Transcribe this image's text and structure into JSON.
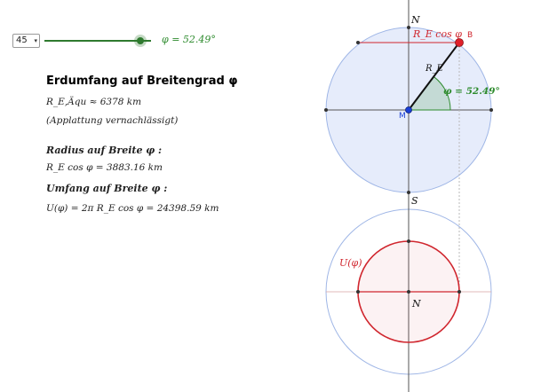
{
  "slider": {
    "select_value": "45",
    "select_caret": "▾",
    "phi_label": "φ = 52.49°",
    "value_fraction": 0.87
  },
  "panel": {
    "title": "Erdumfang auf Breitengrad φ",
    "radius_equator": "R_E,Äqu ≈ 6378 km",
    "flattening_note": "(Applattung vernachlässigt)",
    "radius_heading": "Radius auf Breite φ :",
    "radius_formula": "R_E cos φ = 3883.16 km",
    "circumference_heading": "Umfang auf Breite φ :",
    "circumference_formula": "U(φ) = 2π R_E cos φ = 24398.59 km"
  },
  "geometry": {
    "north_label": "N",
    "south_label": "S",
    "center_label": "M",
    "point_b_label": "B",
    "radius_label": "R_E",
    "projection_label": "R_E cos φ",
    "angle_label": "φ = 52.49°",
    "circumference_label": "U(φ)",
    "lower_north_label": "N"
  },
  "colors": {
    "accent_green": "#2e8b2e",
    "red": "#d0262e",
    "globe_fill": "#e6ecfb",
    "globe_stroke": "#9fb6e6"
  }
}
